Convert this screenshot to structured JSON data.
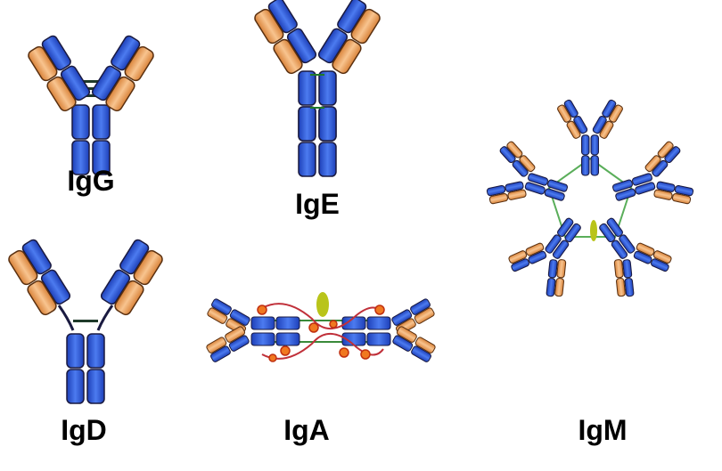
{
  "labels": {
    "igg": "IgG",
    "ige": "IgE",
    "igd": "IgD",
    "iga": "IgA",
    "igm": "IgM"
  },
  "colors": {
    "heavy_chain": "#2f56d6",
    "heavy_chain_light": "#5b86f0",
    "light_chain": "#f0a35e",
    "light_chain_light": "#f8c99a",
    "outline": "#1a1a40",
    "disulfide": "#1f3a2a",
    "j_chain": "#b9c41a",
    "igm_link": "#5aae5a",
    "iga_link": "#c0303a",
    "iga_secretory": "#f07820"
  }
}
